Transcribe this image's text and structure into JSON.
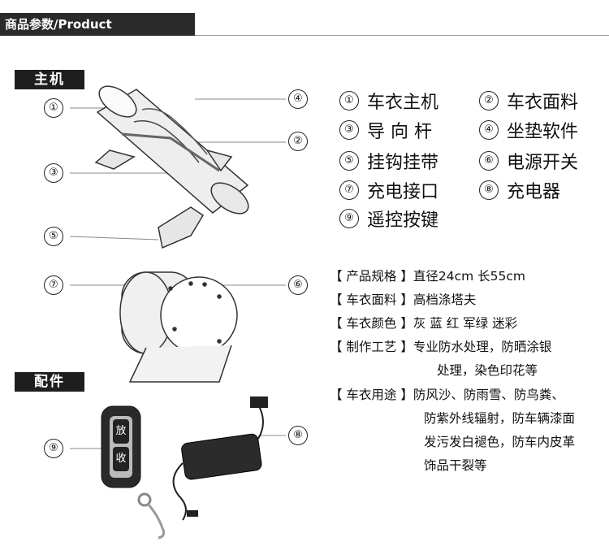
{
  "header": {
    "title": "商品参数/Product Parameters"
  },
  "sections": {
    "main_label": "主机",
    "accessories_label": "配件"
  },
  "callouts": {
    "n1": "①",
    "n2": "②",
    "n3": "③",
    "n4": "④",
    "n5": "⑤",
    "n6": "⑥",
    "n7": "⑦",
    "n8": "⑧",
    "n9": "⑨"
  },
  "parts": [
    {
      "num": "①",
      "name": "车衣主机"
    },
    {
      "num": "②",
      "name": "车衣面料"
    },
    {
      "num": "③",
      "name": "导 向 杆"
    },
    {
      "num": "④",
      "name": "坐垫软件"
    },
    {
      "num": "⑤",
      "name": "挂钩挂带"
    },
    {
      "num": "⑥",
      "name": "电源开关"
    },
    {
      "num": "⑦",
      "name": "充电接口"
    },
    {
      "num": "⑧",
      "name": "充电器"
    },
    {
      "num": "⑨",
      "name": "遥控按键"
    }
  ],
  "specs": [
    {
      "label": "【 产品规格 】",
      "value": "直径24cm 长55cm"
    },
    {
      "label": "【 车衣面料 】",
      "value": "高档涤塔夫"
    },
    {
      "label": "【 车衣颜色 】",
      "value": "灰 蓝 红 军绿 迷彩"
    },
    {
      "label": "【 制作工艺 】",
      "value": "专业防水处理，防晒涂银"
    },
    {
      "label": "【 车衣用途 】",
      "value": "防风沙、防雨雪、防鸟粪、"
    }
  ],
  "spec_continuations": {
    "craft_2": "处理，染色印花等",
    "use_2": "防紫外线辐射，防车辆漆面",
    "use_3": "发污发白褪色，防车内皮革",
    "use_4": "饰品干裂等"
  },
  "remote": {
    "btn_release": "放",
    "btn_retract": "收"
  }
}
